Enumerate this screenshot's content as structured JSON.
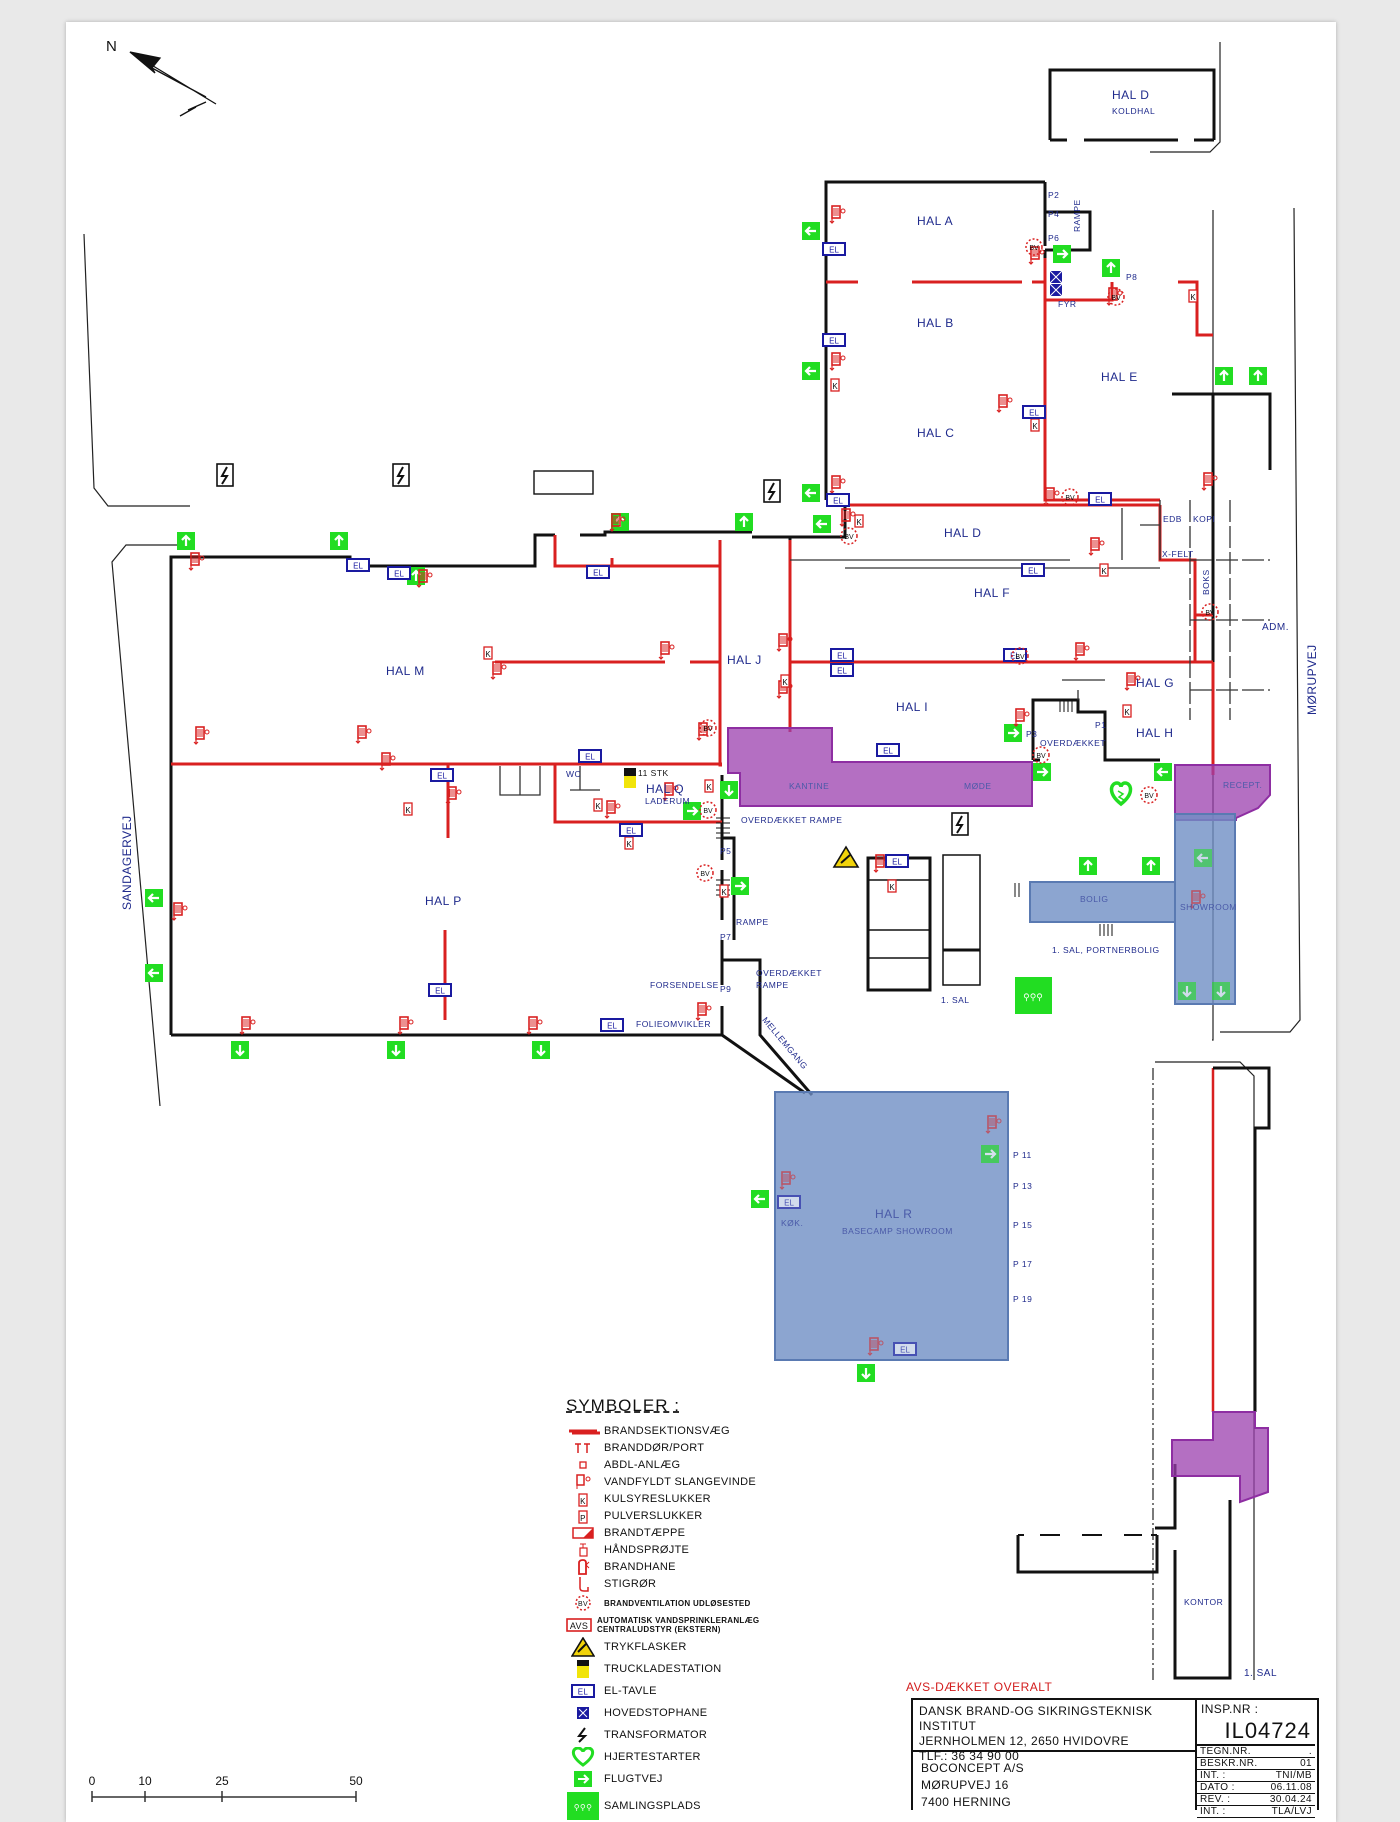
{
  "document": {
    "type": "Brandteknisk oversigtsplan (fire safety floor plan)",
    "north_label": "N",
    "avs_note": "AVS-DÆKKET OVERALT"
  },
  "streets": {
    "west": "SANDAGERVEJ",
    "east": "MØRUPVEJ"
  },
  "rooms": [
    {
      "id": "hal-d-koldhal",
      "name": "HAL D",
      "sub": "KOLDHAL"
    },
    {
      "id": "hal-a",
      "name": "HAL A"
    },
    {
      "id": "hal-b",
      "name": "HAL B"
    },
    {
      "id": "hal-c",
      "name": "HAL C"
    },
    {
      "id": "hal-d",
      "name": "HAL D"
    },
    {
      "id": "hal-e",
      "name": "HAL E"
    },
    {
      "id": "hal-f",
      "name": "HAL F"
    },
    {
      "id": "hal-g",
      "name": "HAL G"
    },
    {
      "id": "hal-h",
      "name": "HAL H"
    },
    {
      "id": "hal-i",
      "name": "HAL I"
    },
    {
      "id": "hal-j",
      "name": "HAL J"
    },
    {
      "id": "hal-m",
      "name": "HAL M"
    },
    {
      "id": "hal-p",
      "name": "HAL P"
    },
    {
      "id": "hal-q",
      "name": "HAL Q",
      "sub": "LADERUM"
    },
    {
      "id": "hal-r",
      "name": "HAL R",
      "sub": "BASECAMP SHOWROOM"
    }
  ],
  "labels": {
    "rampe_top": "RAMPE",
    "fyr": "FYR",
    "edb": "EDB",
    "kopi": "KOPI",
    "x_felt": "X-FELT",
    "boks": "BOKS",
    "adm": "ADM.",
    "overdaekket": "OVERDÆKKET",
    "recept": "RECEPT.",
    "kantine": "KANTINE",
    "mode": "MØDE",
    "overdaekket_rampe": "OVERDÆKKET RAMPE",
    "overdaekket_rampe_2a": "OVERDÆKKET",
    "overdaekket_rampe_2b": "RAMPE",
    "rampe_mid": "RAMPE",
    "forsendelse": "FORSENDELSE",
    "folieomvikler": "FOLIEOMVIKLER",
    "mellemgang": "MELLEMGANG",
    "wc": "WC",
    "stk": "11 STK",
    "bolig": "BOLIG",
    "showroom": "SHOWROOM",
    "portnerbolig": "1. SAL, PORTNERBOLIG",
    "sal_1_mid": "1. SAL",
    "kok": "KØK.",
    "kontor": "KONTOR",
    "sal_1_right": "1. SAL"
  },
  "ports": [
    "P2",
    "P4",
    "P6",
    "P8",
    "P1",
    "P3",
    "P5",
    "P7",
    "P9",
    "P 11",
    "P 13",
    "P 15",
    "P 17",
    "P 19"
  ],
  "legend": {
    "title": "SYMBOLER :",
    "items": [
      {
        "icon": "fire-section-wall-icon",
        "label": "BRANDSEKTIONSVÆG"
      },
      {
        "icon": "fire-door-icon",
        "label": "BRANDDØR/PORT"
      },
      {
        "icon": "abdl-detector-icon",
        "label": "ABDL-ANLÆG"
      },
      {
        "icon": "hose-reel-icon",
        "label": "VANDFYLDT SLANGEVINDE"
      },
      {
        "icon": "co2-extinguisher-icon",
        "label": "KULSYRESLUKKER"
      },
      {
        "icon": "powder-extinguisher-icon",
        "label": "PULVERSLUKKER"
      },
      {
        "icon": "fire-blanket-icon",
        "label": "BRANDTÆPPE"
      },
      {
        "icon": "hand-sprayer-icon",
        "label": "HÅNDSPRØJTE"
      },
      {
        "icon": "hydrant-icon",
        "label": "BRANDHANE"
      },
      {
        "icon": "riser-pipe-icon",
        "label": "STIGRØR"
      },
      {
        "icon": "smoke-vent-icon",
        "label": "BRANDVENTILATION UDLØSESTED"
      },
      {
        "icon": "sprinkler-central-icon",
        "label": "AUTOMATISK VANDSPRINKLERANLÆG CENTRALUDSTYR (EKSTERN)"
      },
      {
        "icon": "gas-cylinder-icon",
        "label": "TRYKFLASKER"
      },
      {
        "icon": "truck-charging-icon",
        "label": "TRUCKLADESTATION"
      },
      {
        "icon": "electrical-panel-icon",
        "label": "EL-TAVLE"
      },
      {
        "icon": "main-valve-icon",
        "label": "HOVEDSTOPHANE"
      },
      {
        "icon": "transformer-icon",
        "label": "TRANSFORMATOR"
      },
      {
        "icon": "defibrillator-icon",
        "label": "HJERTESTARTER"
      },
      {
        "icon": "escape-route-icon",
        "label": "FLUGTVEJ"
      },
      {
        "icon": "assembly-point-icon",
        "label": "SAMLINGSPLADS"
      }
    ]
  },
  "title_block": {
    "institute_line1": "DANSK BRAND-OG SIKRINGSTEKNISK INSTITUT",
    "institute_line2": "JERNHOLMEN 12, 2650 HVIDOVRE",
    "institute_line3": "TLF.: 36 34 90 00",
    "client_line1": "BOCONCEPT A/S",
    "client_line2": "MØRUPVEJ 16",
    "client_line3": "7400 HERNING",
    "insp_label": "INSP.NR :",
    "insp_value": "IL04724",
    "rows": [
      {
        "k": "TEGN.NR.",
        "v": "."
      },
      {
        "k": "BESKR.NR.",
        "v": "01"
      },
      {
        "k": "INT.     :",
        "v": "TNI/MB"
      },
      {
        "k": "DATO     :",
        "v": "06.11.08"
      },
      {
        "k": "REV.     :",
        "v": "30.04.24"
      },
      {
        "k": "INT.     :",
        "v": "TLA/LVJ"
      }
    ]
  },
  "scale_bar": {
    "ticks": [
      "0",
      "10",
      "25",
      "50"
    ],
    "unit": "METER"
  },
  "colors": {
    "fire_wall": "#d92020",
    "wall": "#111111",
    "label": "#1f2a8c",
    "escape_green": "#22dd22",
    "purple_zone": "#9b3fae",
    "blue_zone": "#6f8fc4",
    "el_blue": "#1a1aa0"
  }
}
